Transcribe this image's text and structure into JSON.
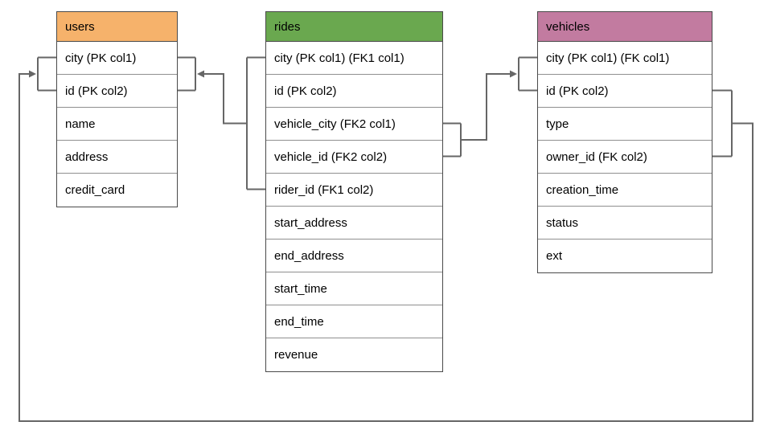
{
  "diagram": {
    "line_color": "#666666",
    "tables": [
      {
        "name": "users",
        "header_color": "#f6b26b",
        "columns": [
          "city (PK col1)",
          "id (PK col2)",
          "name",
          "address",
          "credit_card"
        ]
      },
      {
        "name": "rides",
        "header_color": "#6aa84f",
        "columns": [
          "city (PK col1) (FK1 col1)",
          "id (PK col2)",
          "vehicle_city (FK2 col1)",
          "vehicle_id (FK2 col2)",
          "rider_id (FK1 col2)",
          "start_address",
          "end_address",
          "start_time",
          "end_time",
          "revenue"
        ]
      },
      {
        "name": "vehicles",
        "header_color": "#c27ba0",
        "columns": [
          "city (PK col1) (FK col1)",
          "id (PK col2)",
          "type",
          "owner_id (FK col2)",
          "creation_time",
          "status",
          "ext"
        ]
      }
    ],
    "relationships": [
      {
        "from": "rides",
        "from_columns": [
          "city (PK col1) (FK1 col1)",
          "rider_id (FK1 col2)"
        ],
        "to": "users",
        "to_columns": [
          "city (PK col1)",
          "id (PK col2)"
        ]
      },
      {
        "from": "rides",
        "from_columns": [
          "vehicle_city (FK2 col1)",
          "vehicle_id (FK2 col2)"
        ],
        "to": "vehicles",
        "to_columns": [
          "city (PK col1) (FK col1)",
          "id (PK col2)"
        ]
      },
      {
        "from": "vehicles",
        "from_columns": [
          "id (PK col2)",
          "owner_id (FK col2)"
        ],
        "to": "users",
        "to_columns": [
          "city (PK col1)",
          "id (PK col2)"
        ]
      }
    ]
  }
}
